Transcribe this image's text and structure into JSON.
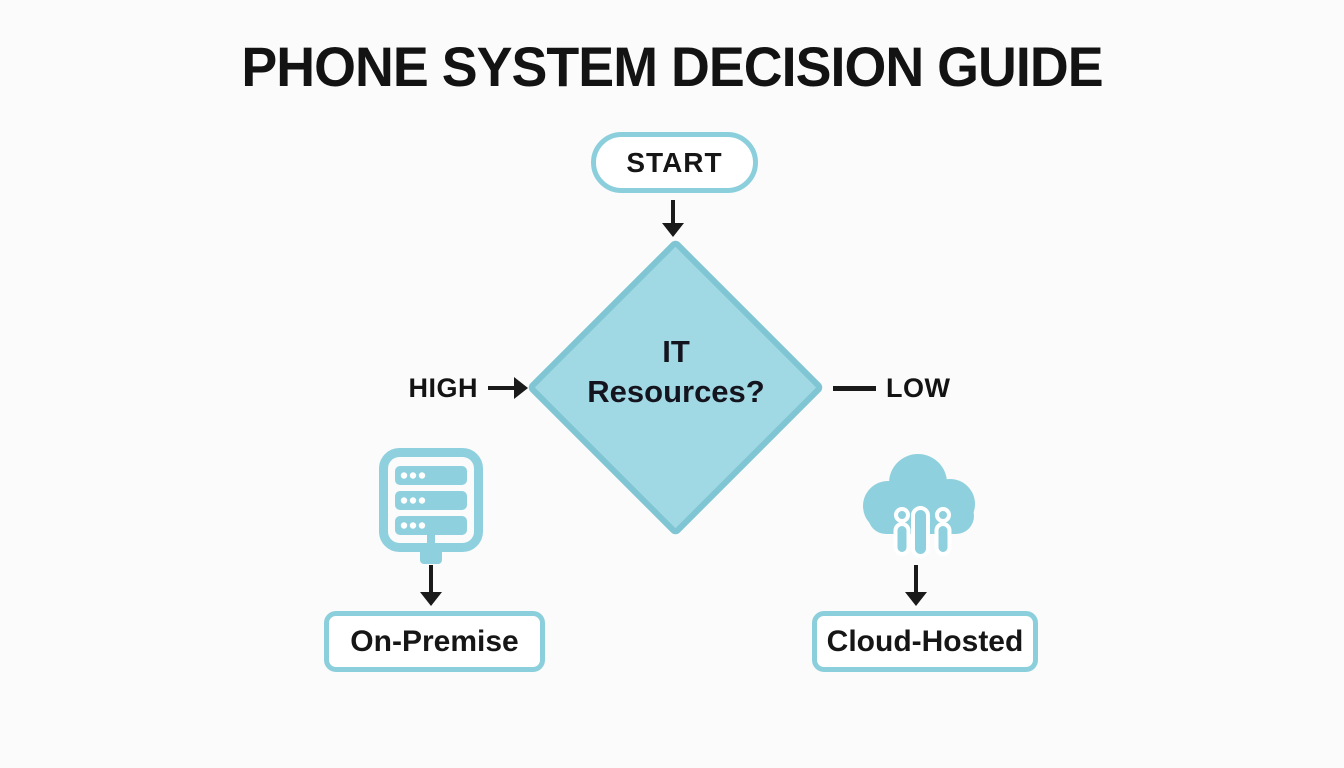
{
  "title": "PHONE SYSTEM DECISION GUIDE",
  "flowchart": {
    "start_label": "START",
    "decision": {
      "line1": "IT",
      "line2": "Resources?"
    },
    "left_branch": {
      "condition_label": "HIGH",
      "icon": "server-icon",
      "result_label": "On-Premise"
    },
    "right_branch": {
      "condition_label": "LOW",
      "icon": "cloud-icon",
      "result_label": "Cloud-Hosted"
    }
  },
  "colors": {
    "background": "#fafbfa",
    "shape_fill": "#a0d8e3",
    "shape_border": "#7fc5d3",
    "outline_border": "#8ccfdc",
    "icon_blue": "#8fd0de",
    "arrow_black": "#1a1a1a",
    "text_dark": "#141414"
  }
}
